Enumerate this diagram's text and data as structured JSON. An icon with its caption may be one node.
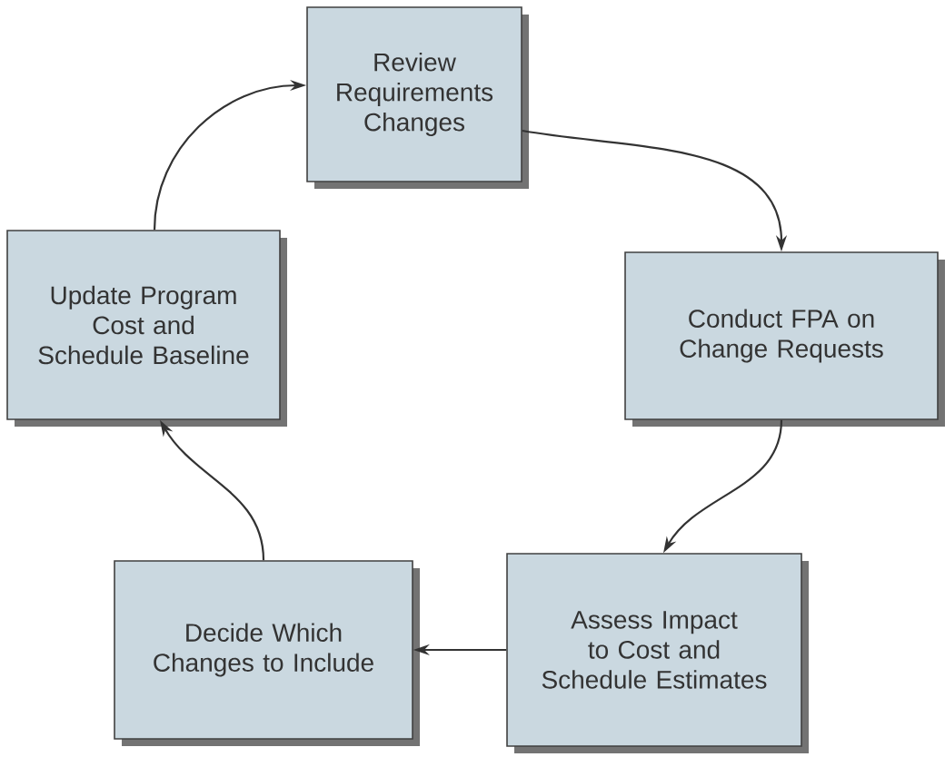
{
  "diagram": {
    "nodes": [
      {
        "text": [
          "Review Requirements Changes"
        ]
      },
      {
        "text": [
          "Conduct FPA on Change Requests"
        ]
      },
      {
        "text": [
          "Assess Impact to Cost and Schedule Estimates"
        ]
      },
      {
        "text": [
          "Decide Which Changes to Include"
        ]
      },
      {
        "text": [
          "Update Program Cost and Schedule Baseline"
        ]
      }
    ],
    "edges": [
      {
        "from": 0,
        "to": 1,
        "arrow": "to"
      },
      {
        "from": 1,
        "to": 2,
        "arrow": "to"
      },
      {
        "from": 2,
        "to": 3,
        "arrow": "to"
      },
      {
        "from": 3,
        "to": 4,
        "arrow": "to"
      },
      {
        "from": 4,
        "to": 0,
        "arrow": "to"
      }
    ]
  }
}
